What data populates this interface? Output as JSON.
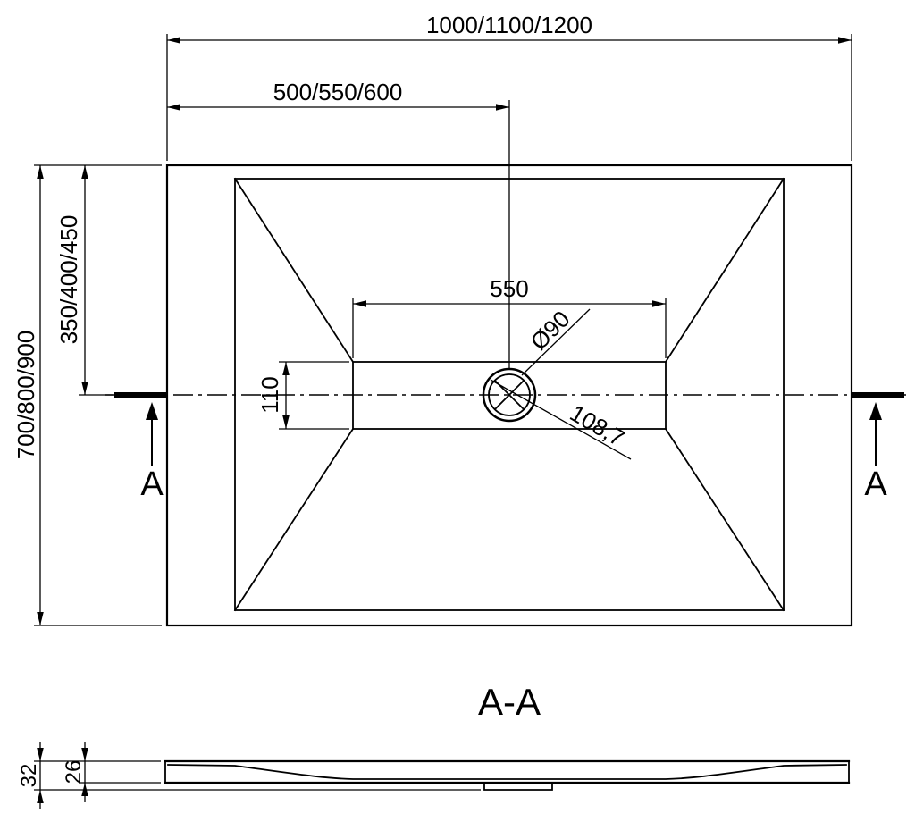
{
  "drawing": {
    "top_view": {
      "dim_overall_width": "1000/1100/1200",
      "dim_center_width": "500/550/600",
      "dim_overall_depth": "700/800/900",
      "dim_center_depth": "350/400/450",
      "dim_flat_zone_width": "550",
      "dim_flat_zone_depth": "110",
      "dim_drain_diameter": "Ø90",
      "dim_drain_diagonal": "108,7",
      "section_label_left": "A",
      "section_label_right": "A"
    },
    "section_view": {
      "title": "A-A",
      "dim_total_height": "32",
      "dim_tray_height": "26"
    }
  }
}
